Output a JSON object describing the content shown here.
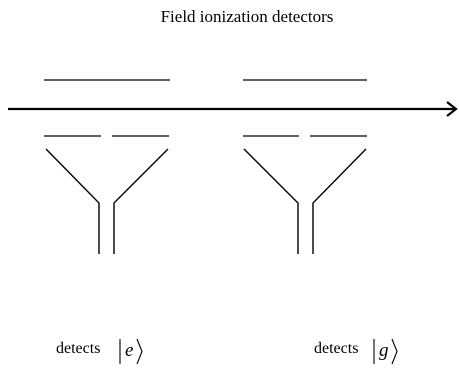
{
  "title": "Field ionization detectors",
  "detectors": [
    {
      "caption_prefix": "detects",
      "state_symbol": "e"
    },
    {
      "caption_prefix": "detects",
      "state_symbol": "g"
    }
  ],
  "colors": {
    "background": "#ffffff",
    "ink": "#000000"
  }
}
